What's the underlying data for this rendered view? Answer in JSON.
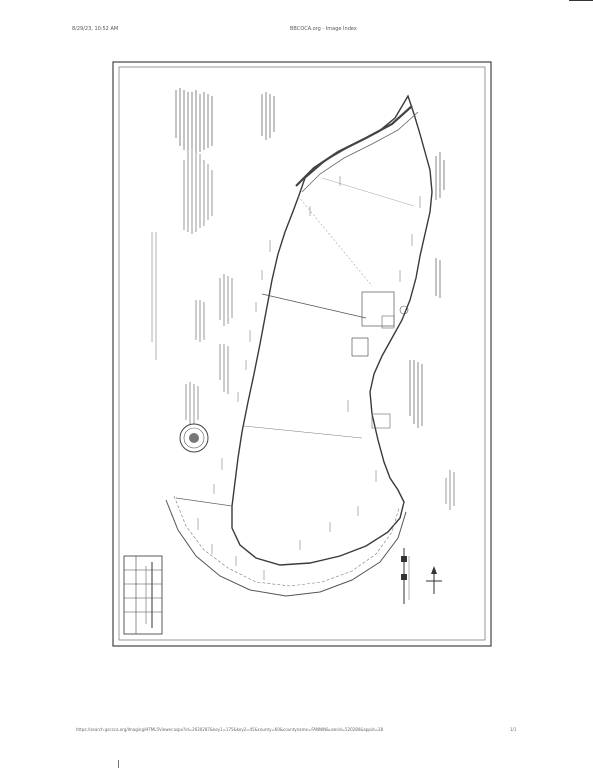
{
  "header": {
    "datetime": "8/29/23, 10:52 AM",
    "title": "BBCOCA.org - Image Index"
  },
  "footer": {
    "url": "https://search.gsccca.org/Imaging/HTML5Viewer.aspx?id=2630287&key1=175&key2=45&county=60&countyname=FANNIN&userid=520280&appid=28",
    "page": "1/1"
  },
  "document": {
    "type": "plat-survey-map",
    "north_arrow": "north-arrow-icon",
    "seal": "surveyor-seal-icon",
    "ink_color": "#4a4a4a",
    "frame_color": "#333333"
  }
}
